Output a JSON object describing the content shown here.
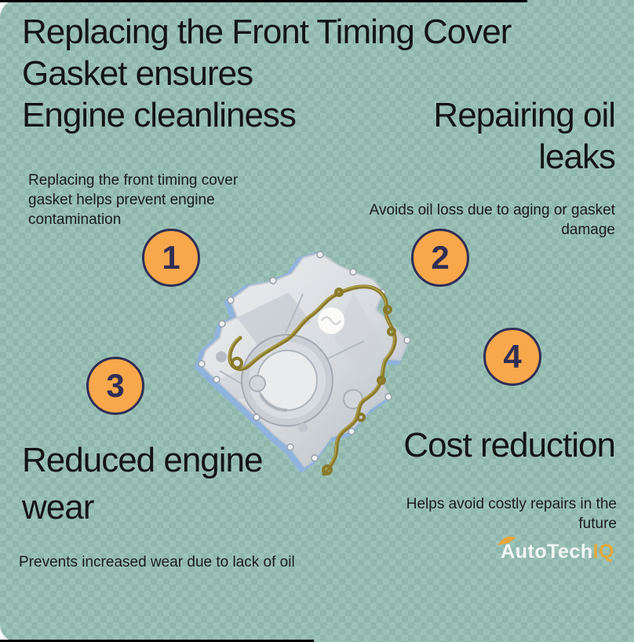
{
  "title": {
    "line1": "Replacing the Front Timing Cover",
    "line2": "Gasket ensures"
  },
  "benefits": [
    {
      "number": "1",
      "title": "Engine cleanliness",
      "description": "Replacing the front timing cover gasket helps prevent engine contamination"
    },
    {
      "number": "2",
      "title": "Repairing oil leaks",
      "description": "Avoids oil loss due to aging or gasket damage"
    },
    {
      "number": "3",
      "title": "Reduced engine wear",
      "description": "Prevents increased wear due to lack of oil"
    },
    {
      "number": "4",
      "title": "Cost reduction",
      "description": "Helps avoid costly repairs in the future"
    }
  ],
  "image": {
    "name": "timing-cover-with-blue-and-olive-gaskets"
  },
  "logo": {
    "auto": "Auto",
    "tech": "Tech",
    "iq": "IQ"
  },
  "colors": {
    "background_light": "#9cc2b8",
    "background_dark": "#90b7ad",
    "circle_fill": "#f9a74b",
    "circle_border": "#2f2e55",
    "text": "#141414",
    "logo_white": "#f2f5f1",
    "logo_gold": "#e2aa3c",
    "gasket_blue": "#8fb3dc",
    "gasket_olive": "#8a7a2c",
    "metal_light": "#eef0f2",
    "metal_dark": "#b5bcc4"
  }
}
